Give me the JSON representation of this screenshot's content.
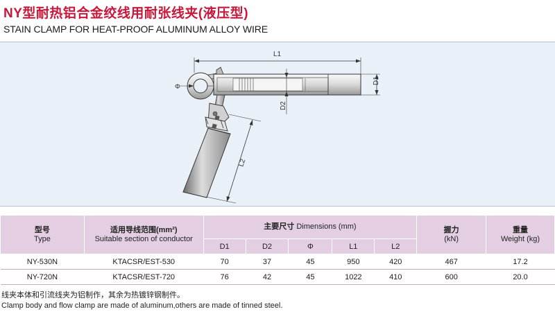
{
  "title": {
    "cn": "NY型耐热铝合金绞线用耐张线夹(液压型)",
    "en": "STAIN CLAMP FOR HEAT-PROOF ALUMINUM ALLOY WIRE"
  },
  "diagram": {
    "label_l1": "L1",
    "label_d1": "D1",
    "label_d2": "D2",
    "label_phi": "Φ",
    "label_l2": "L2"
  },
  "table": {
    "header": {
      "type_cn": "型号",
      "type_en": "Type",
      "section_cn": "适用导线范围(mm²)",
      "section_en": "Suitable section of conductor",
      "dims_cn": "主要尺寸",
      "dims_en": "Dimensions (mm)",
      "d1": "D1",
      "d2": "D2",
      "phi": "Φ",
      "l1": "L1",
      "l2": "L2",
      "force_cn": "握力",
      "force_en": "(kN)",
      "weight_cn": "重量",
      "weight_en": "Weight (kg)"
    },
    "rows": [
      {
        "type": "NY-530N",
        "section": "KTACSR/EST-530",
        "d1": "70",
        "d2": "37",
        "phi": "45",
        "l1": "950",
        "l2": "420",
        "force": "467",
        "weight": "17.2"
      },
      {
        "type": "NY-720N",
        "section": "KTACSR/EST-720",
        "d1": "76",
        "d2": "42",
        "phi": "45",
        "l1": "1022",
        "l2": "410",
        "force": "600",
        "weight": "20.0"
      }
    ]
  },
  "notes": {
    "cn": "线夹本体和引流线夹为铝制作，其余为热镀锌钢制件。",
    "en": "Clamp body and flow clamp are made of aluminum,others are made of tinned steel."
  },
  "colors": {
    "title": "#c8173a",
    "diagram_bg": "#eaf0f8",
    "table_header_bg": "#e3cfe1"
  }
}
